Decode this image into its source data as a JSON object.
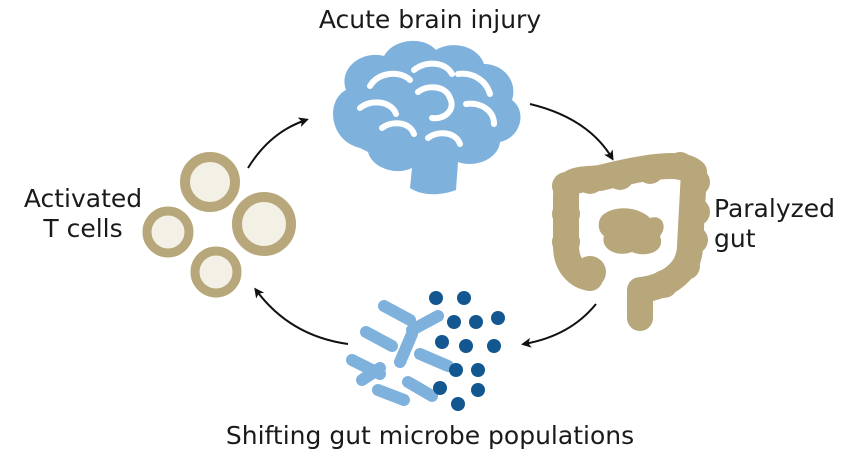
{
  "nodes": {
    "brain": {
      "label": "Acute brain injury",
      "icon": "brain-icon",
      "color": "#7fb1dd"
    },
    "gut": {
      "label_lines": [
        "Paralyzed",
        "gut"
      ],
      "icon": "intestine-icon",
      "color": "#b8a77a"
    },
    "microbes": {
      "label": "Shifting gut microbe populations",
      "icon": "bacteria-icon",
      "rod_color": "#7fb1dd",
      "cocci_color": "#12578f"
    },
    "tcells": {
      "label_lines": [
        "Activated",
        "T cells"
      ],
      "icon": "t-cell-icon",
      "color": "#b8a77a",
      "fill": "#f3f0e6"
    }
  },
  "cycle_direction": "clockwise",
  "arrow_color": "#111111"
}
